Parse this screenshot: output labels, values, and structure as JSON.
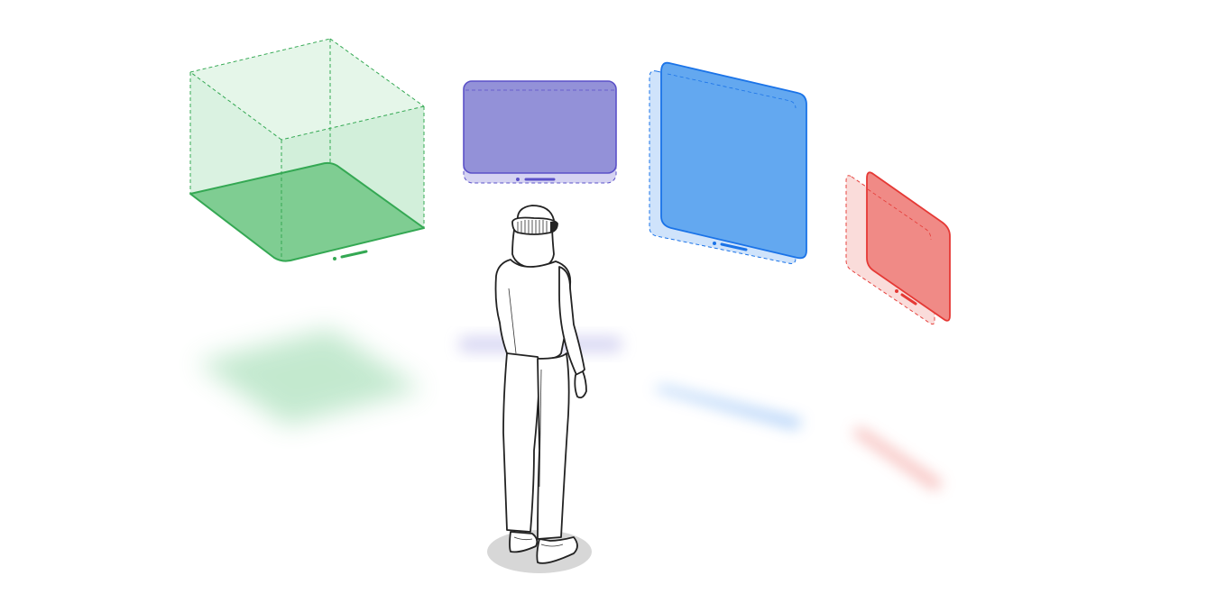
{
  "scene": {
    "background": "#ffffff",
    "windows": [
      {
        "name": "volume-window",
        "kind": "volume",
        "color": "#34A853",
        "fill_light": "#CFEFD8",
        "fill_dark": "#5FC27A"
      },
      {
        "name": "purple-window",
        "kind": "panel",
        "color": "#5B51C8",
        "fill": "#9391D8"
      },
      {
        "name": "blue-window",
        "kind": "panel",
        "color": "#1A73E8",
        "fill": "#63A8F0"
      },
      {
        "name": "red-window",
        "kind": "panel",
        "color": "#E53935",
        "fill": "#F08A86"
      }
    ],
    "person": {
      "label": "user-wearing-headset",
      "outline_color": "#222222",
      "floor_shadow_color": "#D7D7D7"
    }
  }
}
